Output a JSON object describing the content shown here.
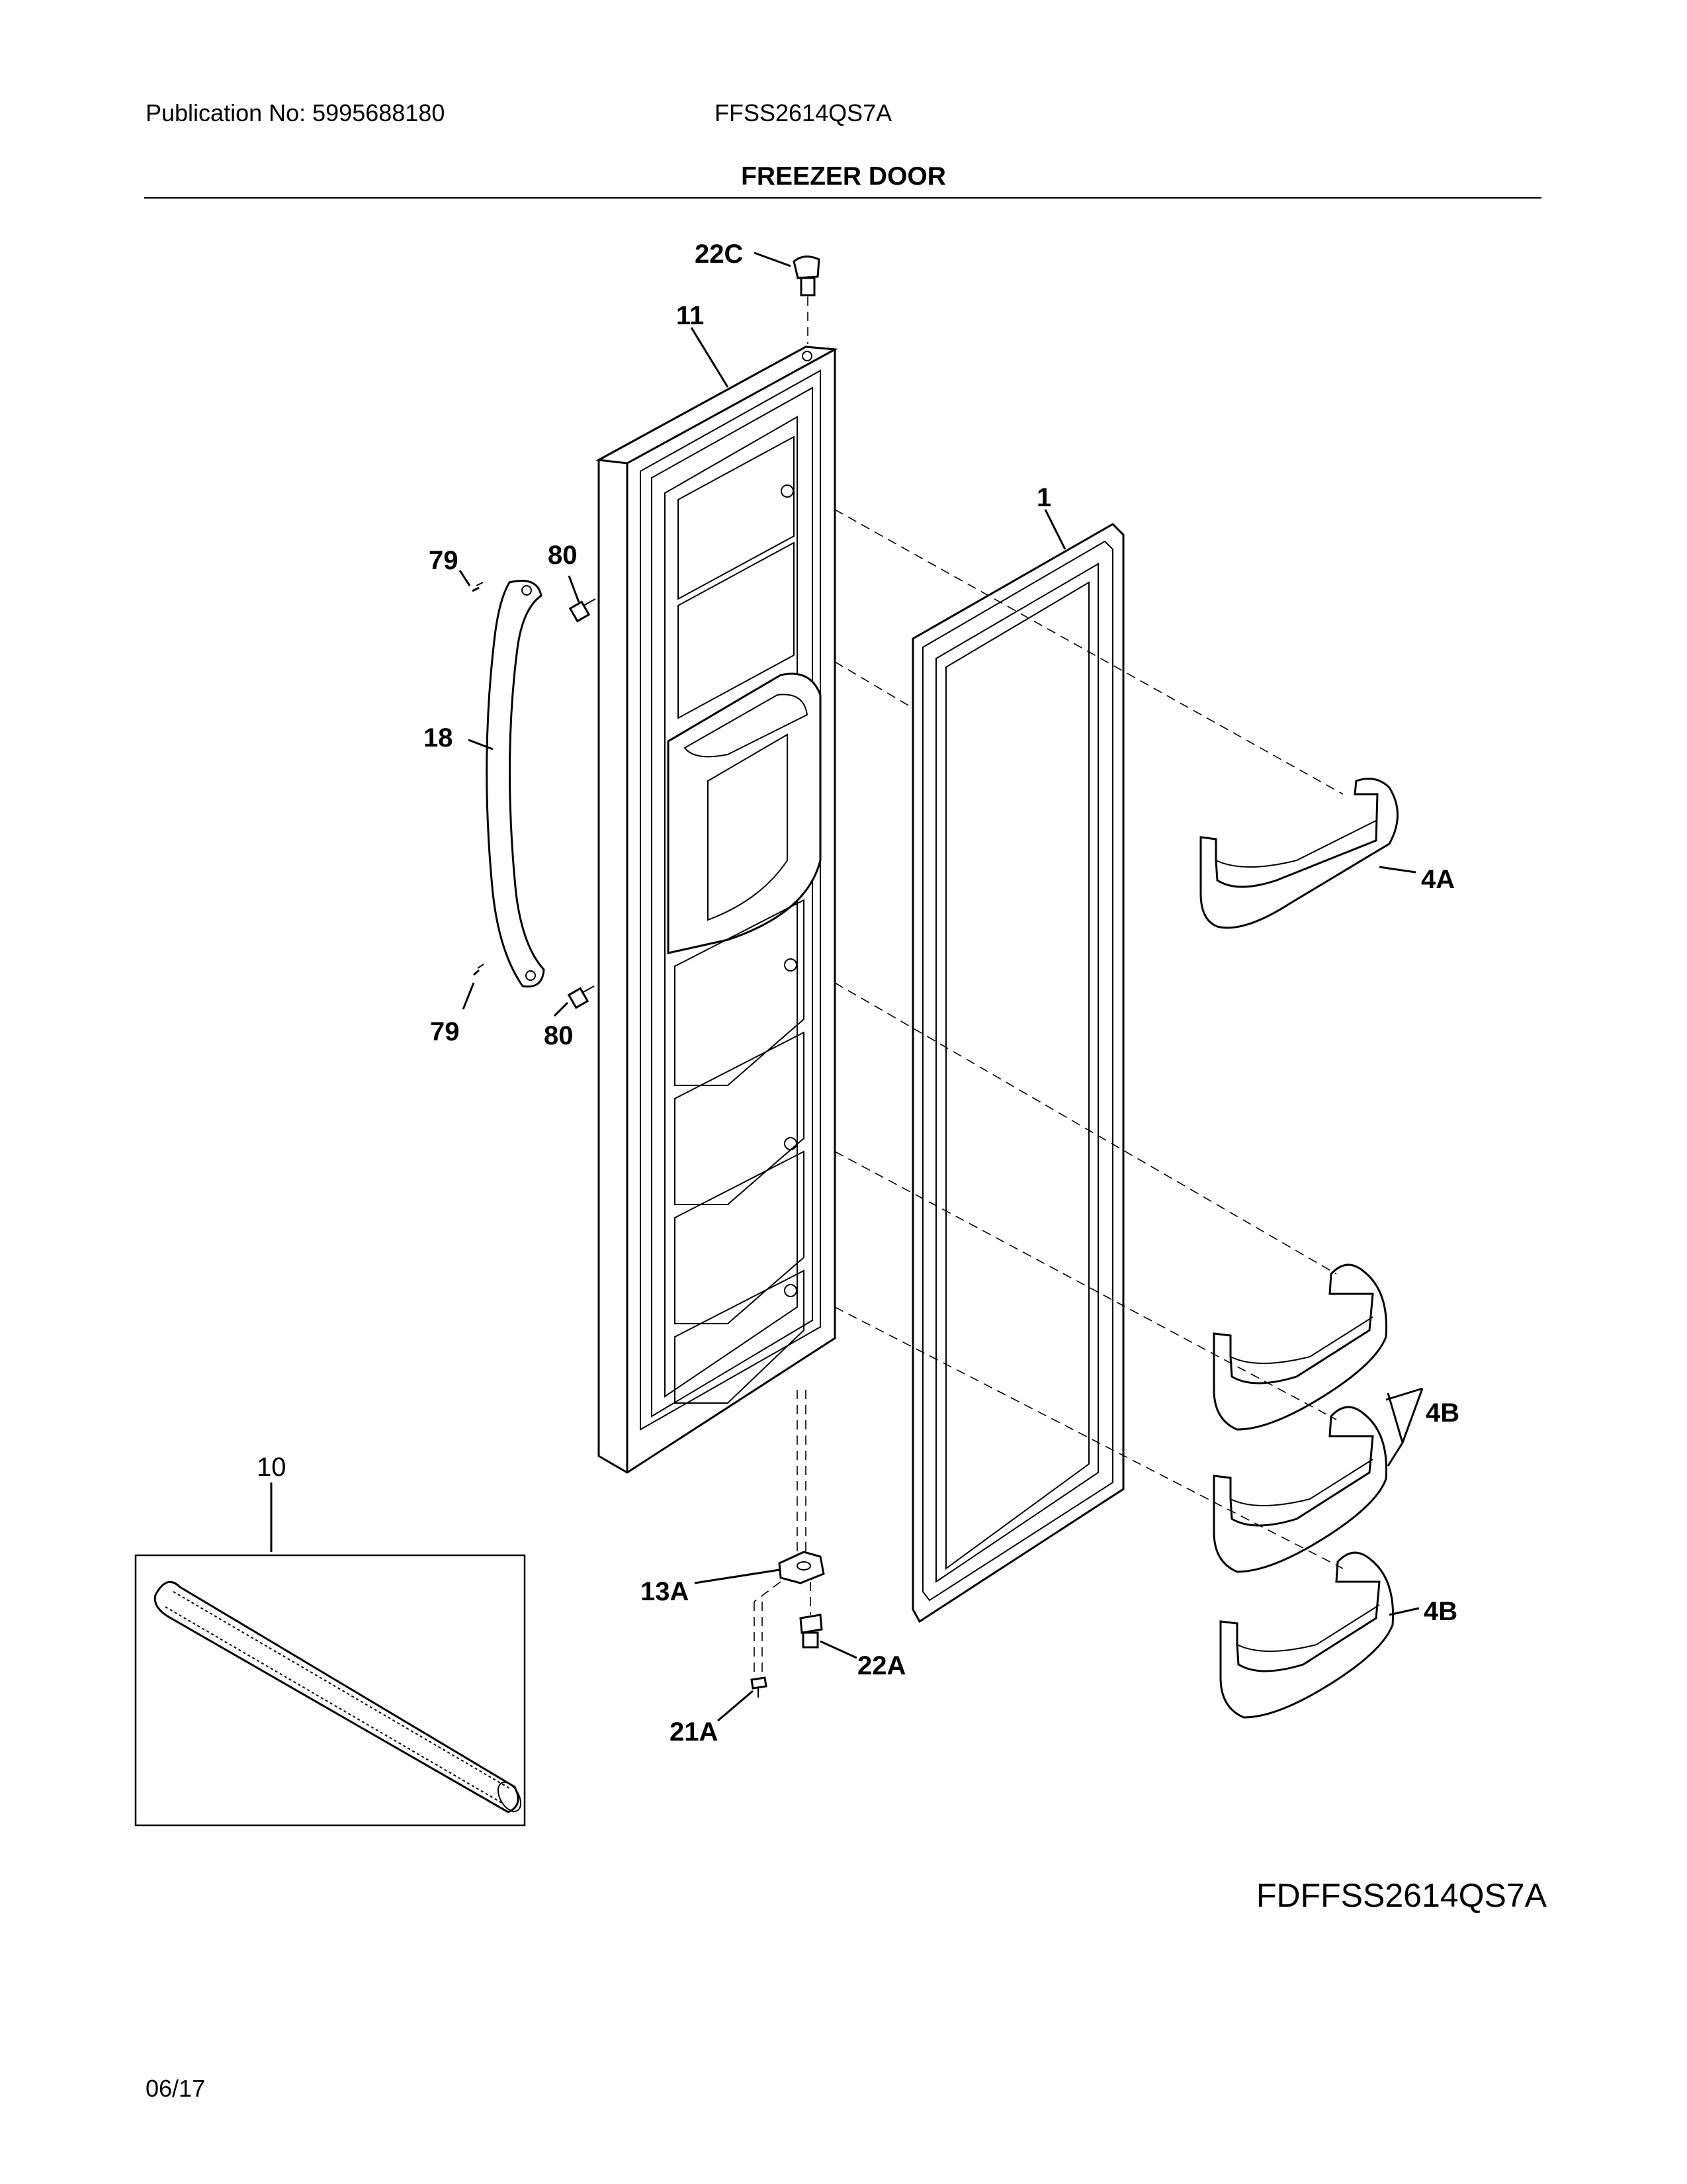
{
  "header": {
    "publication": "Publication No:  5995688180",
    "model": "FFSS2614QS7A",
    "section_title": "FREEZER DOOR"
  },
  "callouts": {
    "c22C": "22C",
    "c11": "11",
    "c1": "1",
    "c79_top": "79",
    "c80_top": "80",
    "c18": "18",
    "c4A": "4A",
    "c79_bottom": "79",
    "c80_bottom": "80",
    "c10": "10",
    "c4B_top": "4B",
    "c13A": "13A",
    "c4B_bottom": "4B",
    "c22A": "22A",
    "c21A": "21A"
  },
  "footer": {
    "drawing_id": "FDFFSS2614QS7A",
    "date": "06/17"
  }
}
